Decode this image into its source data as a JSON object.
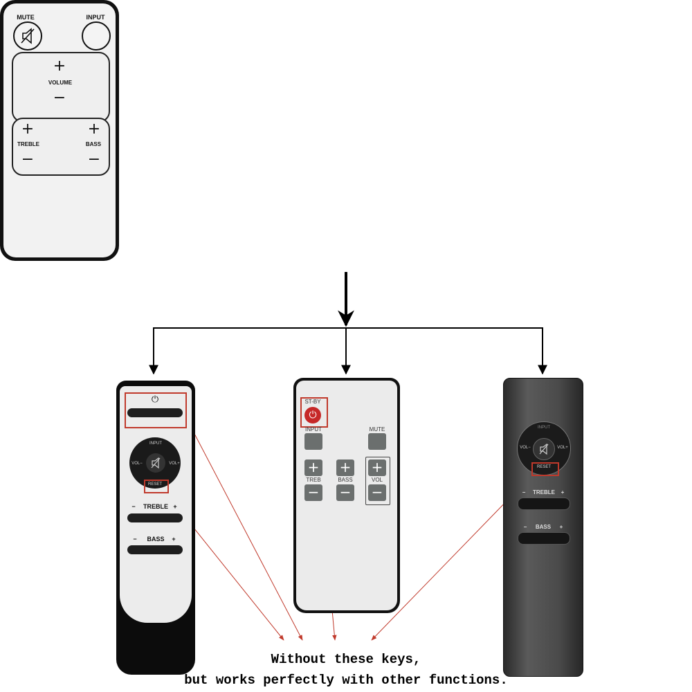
{
  "top_remote": {
    "mute": "MUTE",
    "input": "INPUT",
    "volume": "VOLUME",
    "treble": "TREBLE",
    "bass": "BASS",
    "plus": "+",
    "minus": "−"
  },
  "left_remote": {
    "power": "⏻",
    "input": "INPUT",
    "vol_minus": "VOL−",
    "vol_plus": "VOL+",
    "reset": "RESET",
    "treble": "TREBLE",
    "bass": "BASS",
    "minus": "−",
    "plus": "+"
  },
  "middle_remote": {
    "standby": "ST-BY",
    "input": "INPUT",
    "mute": "MUTE",
    "treb": "TREB",
    "bass": "BASS",
    "vol": "VOL",
    "plus": "+",
    "minus": "−"
  },
  "right_remote": {
    "input": "INPUT",
    "vol_minus": "VOL−",
    "vol_plus": "VOL+",
    "reset": "RESET",
    "treble": "TREBLE",
    "bass": "BASS",
    "minus": "−",
    "plus": "+"
  },
  "caption": {
    "line1": "Without these keys,",
    "line2": "but works perfectly with other functions."
  },
  "colors": {
    "highlight": "#c0392b",
    "arrow": "#000000"
  }
}
